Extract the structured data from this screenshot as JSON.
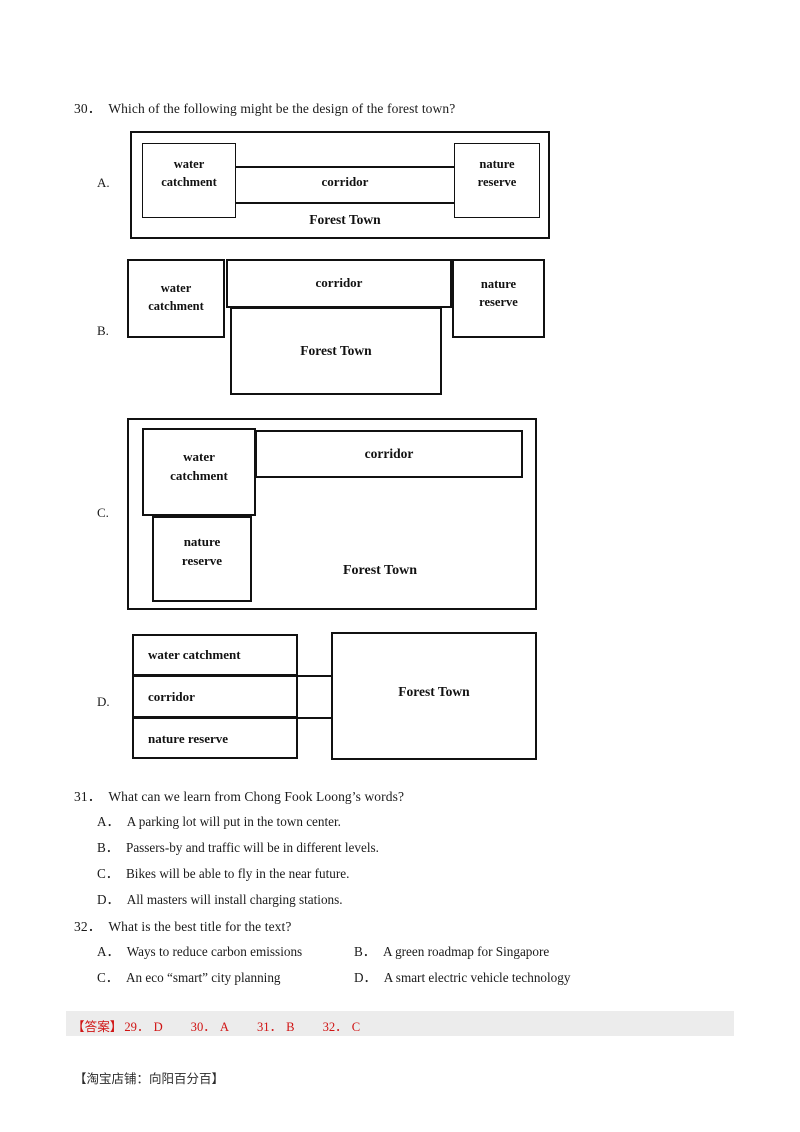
{
  "questions": [
    {
      "number": "30．",
      "stem": "Which of the following might be the design of the forest town?",
      "diagram_options": [
        {
          "letter": "A.",
          "labels": {
            "water_catchment": "water\ncatchment",
            "corridor": "corridor",
            "nature_reserve": "nature\nreserve",
            "forest_town": "Forest Town"
          }
        },
        {
          "letter": "B.",
          "labels": {
            "water_catchment": "water\ncatchment",
            "corridor": "corridor",
            "nature_reserve": "nature\nreserve",
            "forest_town": "Forest Town"
          }
        },
        {
          "letter": "C.",
          "labels": {
            "water_catchment": "water\ncatchment",
            "corridor": "corridor",
            "nature_reserve": "nature\nreserve",
            "forest_town": "Forest Town"
          }
        },
        {
          "letter": "D.",
          "labels": {
            "water_catchment": "water catchment",
            "corridor": "corridor",
            "nature_reserve": "nature reserve",
            "forest_town": "Forest Town"
          }
        }
      ]
    },
    {
      "number": "31．",
      "stem": "What can we learn from Chong Fook Loong’s words?",
      "options": [
        {
          "letter": "A．",
          "text": "A parking lot will put in the town center."
        },
        {
          "letter": "B．",
          "text": "Passers-by and traffic will be in different levels."
        },
        {
          "letter": "C．",
          "text": "Bikes will be able to fly in the near future."
        },
        {
          "letter": "D．",
          "text": "All masters will install charging stations."
        }
      ]
    },
    {
      "number": "32．",
      "stem": "What is the best title for the text?",
      "options_grid": [
        {
          "letter": "A．",
          "text": "Ways to reduce carbon emissions"
        },
        {
          "letter": "B．",
          "text": "A green roadmap for Singapore"
        },
        {
          "letter": "C．",
          "text": "An eco “smart” city planning"
        },
        {
          "letter": "D．",
          "text": "A smart electric vehicle technology"
        }
      ]
    }
  ],
  "answer_key": {
    "label": "【答案】",
    "items": [
      {
        "num": "29．",
        "answer": "D"
      },
      {
        "num": "30．",
        "answer": "A"
      },
      {
        "num": "31．",
        "answer": "B"
      },
      {
        "num": "32．",
        "answer": "C"
      }
    ],
    "color": "#d01313",
    "band_color": "#ececec"
  },
  "footer": {
    "text": "【淘宝店铺：向阳百分百】"
  }
}
